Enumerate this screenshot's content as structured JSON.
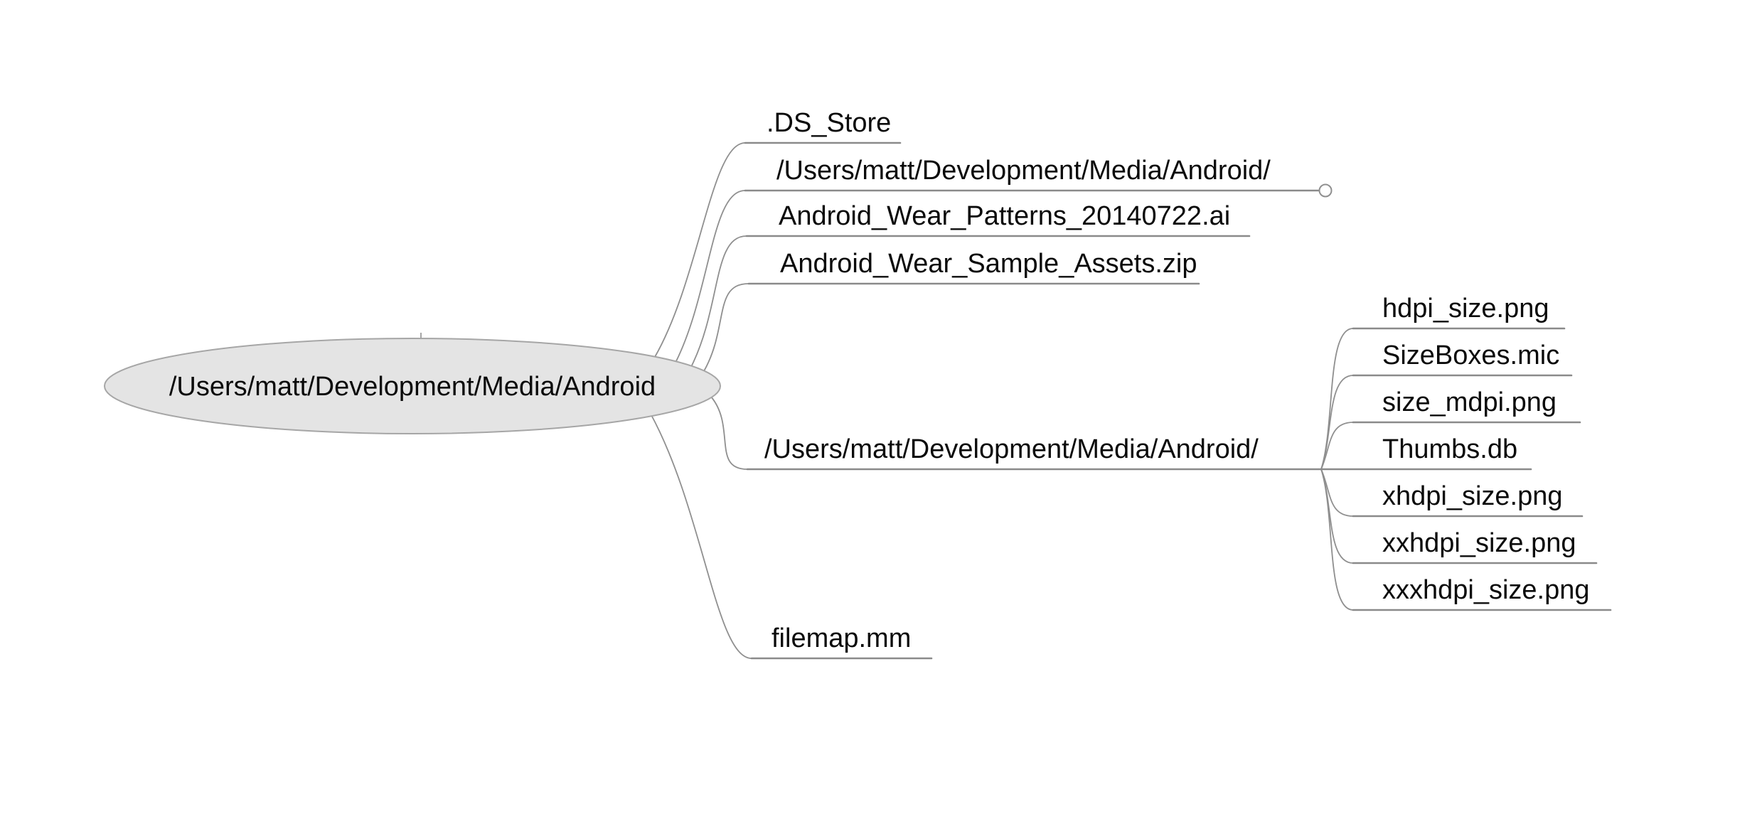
{
  "colors": {
    "background": "#ffffff",
    "node_fill": "#e4e4e4",
    "node_stroke": "#a6a6a6",
    "edge": "#8f8f8f",
    "underline": "#8a8a8a",
    "text": "#0a0a0a",
    "indicator_fill": "#ffffff"
  },
  "root": {
    "label": "/Users/matt/Development/Media/Android"
  },
  "children": [
    {
      "label": ".DS_Store"
    },
    {
      "label": "/Users/matt/Development/Media/Android/"
    },
    {
      "label": "Android_Wear_Patterns_20140722.ai"
    },
    {
      "label": "Android_Wear_Sample_Assets.zip"
    },
    {
      "label": "/Users/matt/Development/Media/Android/",
      "children": [
        {
          "label": "hdpi_size.png"
        },
        {
          "label": "SizeBoxes.mic"
        },
        {
          "label": "size_mdpi.png"
        },
        {
          "label": "Thumbs.db"
        },
        {
          "label": "xhdpi_size.png"
        },
        {
          "label": "xxhdpi_size.png"
        },
        {
          "label": "xxxhdpi_size.png"
        }
      ]
    },
    {
      "label": "filemap.mm"
    }
  ]
}
